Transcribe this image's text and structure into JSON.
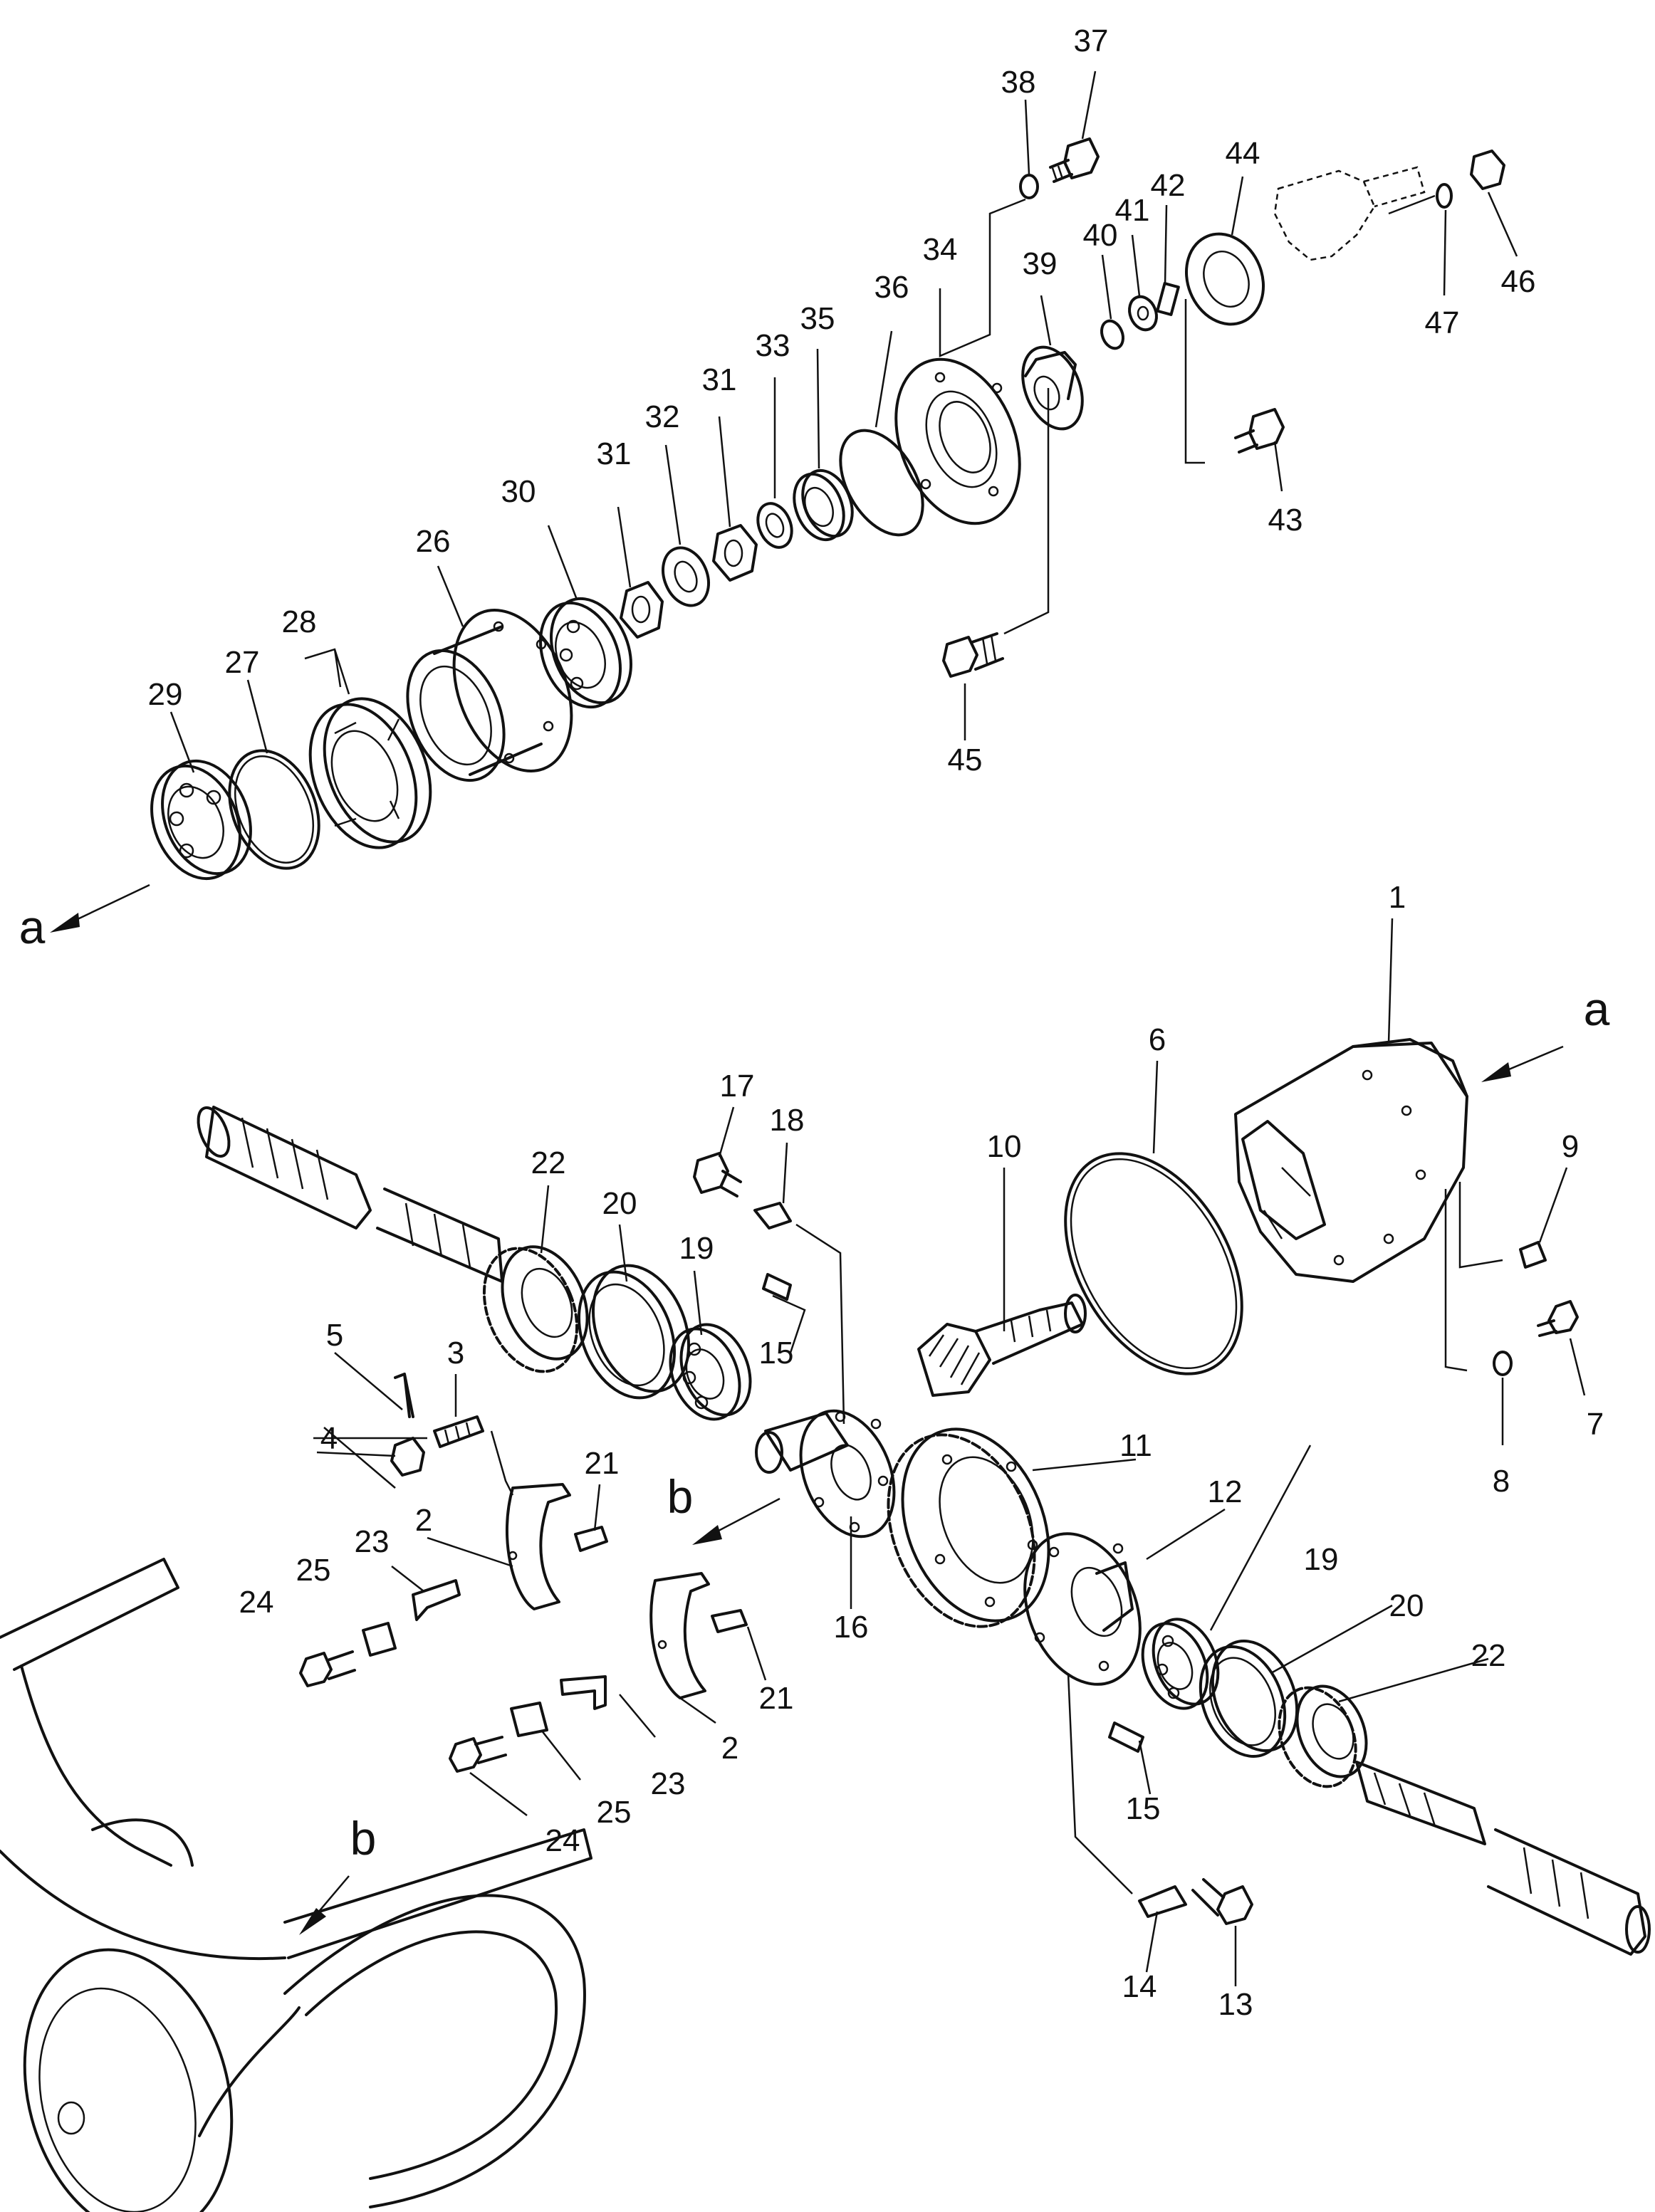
{
  "diagram": {
    "colors": {
      "ink": "#111111",
      "paper": "#ffffff"
    },
    "reference_letters": {
      "a": "a",
      "b": "b"
    },
    "callouts": {
      "p1": "1",
      "p2": "2",
      "p3": "3",
      "p4": "4",
      "p5": "5",
      "p6": "6",
      "p7": "7",
      "p8": "8",
      "p9": "9",
      "p10": "10",
      "p11": "11",
      "p12": "12",
      "p13": "13",
      "p14": "14",
      "p15": "15",
      "p16": "16",
      "p17": "17",
      "p18": "18",
      "p19": "19",
      "p20": "20",
      "p21": "21",
      "p22": "22",
      "p23": "23",
      "p24": "24",
      "p25": "25",
      "p26": "26",
      "p27": "27",
      "p28": "28",
      "p29": "29",
      "p30": "30",
      "p31": "31",
      "p32": "32",
      "p33": "33",
      "p34": "34",
      "p35": "35",
      "p36": "36",
      "p37": "37",
      "p38": "38",
      "p39": "39",
      "p40": "40",
      "p41": "41",
      "p42": "42",
      "p43": "43",
      "p44": "44",
      "p45": "45",
      "p46": "46",
      "p47": "47"
    }
  }
}
